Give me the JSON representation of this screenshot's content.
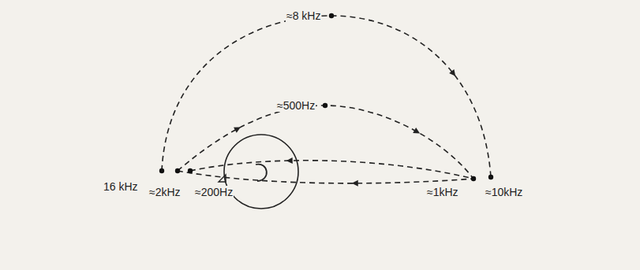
{
  "diagram": {
    "labels": [
      "≈8 kHz",
      "≈500Hz",
      "16 kHz",
      "≈2kHz",
      "≈200Hz",
      "≈1kHz",
      "≈10kHz"
    ]
  }
}
